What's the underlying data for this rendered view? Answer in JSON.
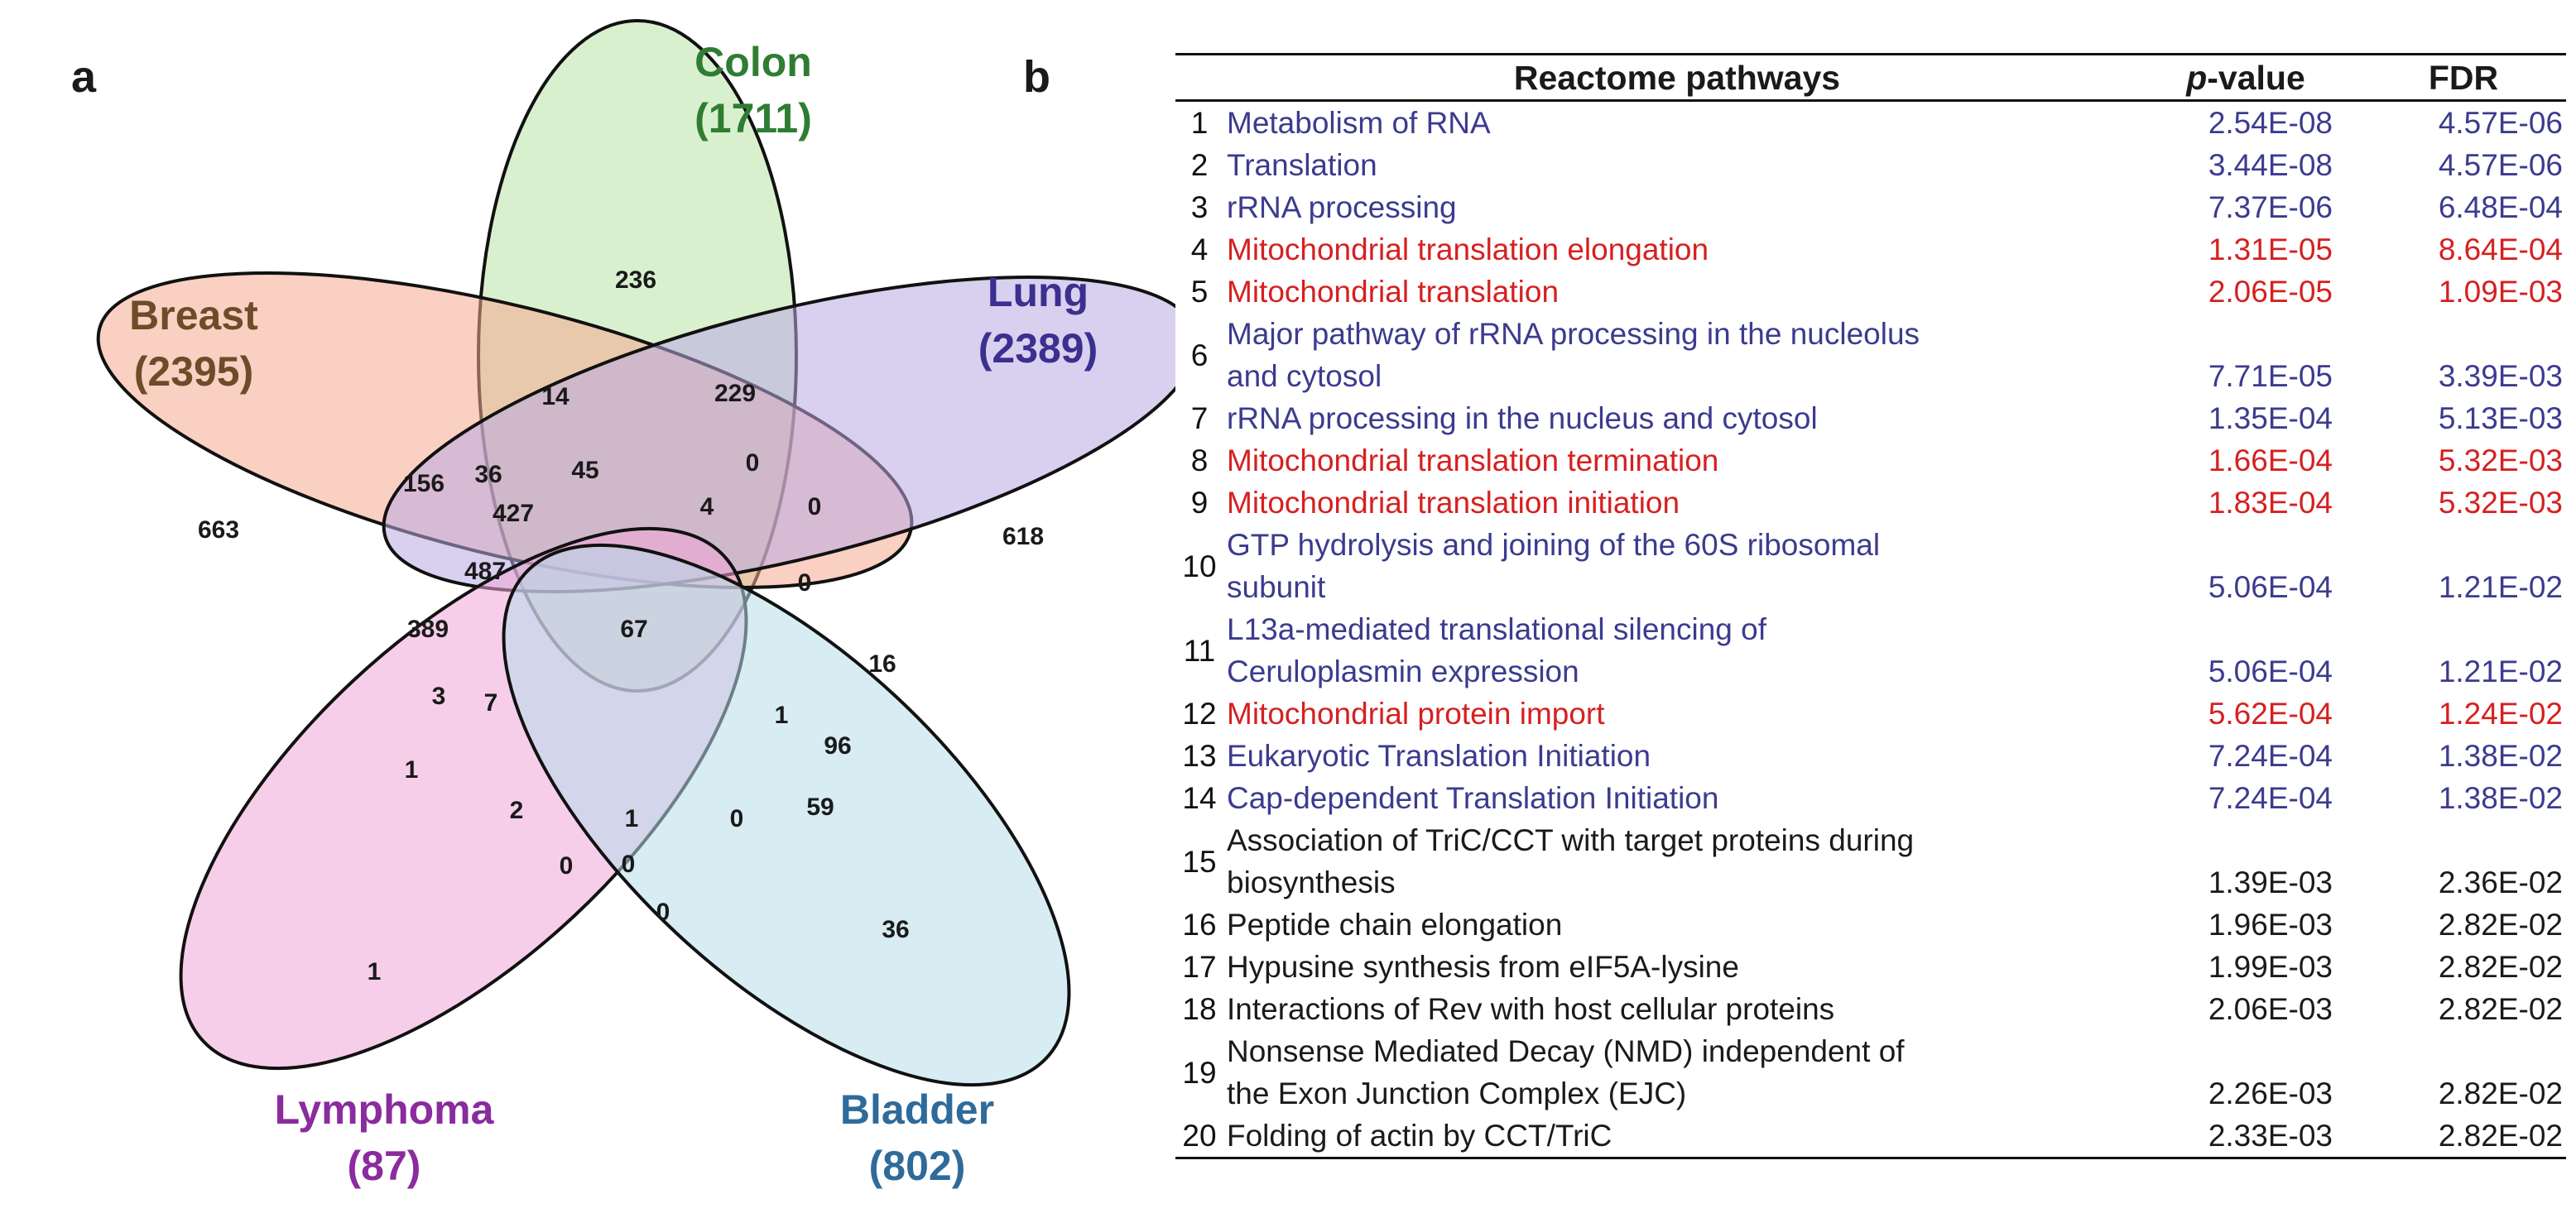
{
  "panel_letters": {
    "a": "a",
    "b": "b"
  },
  "venn": {
    "sets": [
      {
        "name": "Colon",
        "count": "(1711)",
        "color": "#2e7d32",
        "fill": "#b9e3a6"
      },
      {
        "name": "Breast",
        "count": "(2395)",
        "color": "#6d4c2a",
        "fill": "#f6a98f"
      },
      {
        "name": "Lung",
        "count": "(2389)",
        "color": "#3b2f8f",
        "fill": "#b9a9e3"
      },
      {
        "name": "Lymphoma",
        "count": "(87)",
        "color": "#8a2b9e",
        "fill": "#f0a6d8"
      },
      {
        "name": "Bladder",
        "count": "(802)",
        "color": "#2f6b9a",
        "fill": "#b7dce9"
      }
    ],
    "regions": [
      "236",
      "663",
      "618",
      "1",
      "36",
      "14",
      "229",
      "156",
      "36",
      "45",
      "0",
      "427",
      "4",
      "0",
      "487",
      "0",
      "67",
      "389",
      "1",
      "16",
      "3",
      "7",
      "96",
      "1",
      "2",
      "1",
      "0",
      "59",
      "0",
      "0",
      "0"
    ]
  },
  "table": {
    "headers": {
      "pathway": "Reactome pathways",
      "p_italic": "p",
      "p_rest": "-value",
      "fdr": "FDR"
    },
    "colors": {
      "blue": "#3b3b8f",
      "red": "#d62020",
      "black": "#1a1a1a"
    },
    "rows": [
      {
        "num": "1",
        "lines": [
          "Metabolism of RNA"
        ],
        "p": "2.54E-08",
        "fdr": "4.57E-06",
        "color": "blue"
      },
      {
        "num": "2",
        "lines": [
          "Translation"
        ],
        "p": "3.44E-08",
        "fdr": "4.57E-06",
        "color": "blue"
      },
      {
        "num": "3",
        "lines": [
          "rRNA processing"
        ],
        "p": "7.37E-06",
        "fdr": "6.48E-04",
        "color": "blue"
      },
      {
        "num": "4",
        "lines": [
          "Mitochondrial translation elongation"
        ],
        "p": "1.31E-05",
        "fdr": "8.64E-04",
        "color": "red"
      },
      {
        "num": "5",
        "lines": [
          "Mitochondrial translation"
        ],
        "p": "2.06E-05",
        "fdr": "1.09E-03",
        "color": "red"
      },
      {
        "num": "6",
        "lines": [
          "Major pathway of rRNA processing in the nucleolus",
          "and cytosol"
        ],
        "p": "7.71E-05",
        "fdr": "3.39E-03",
        "color": "blue"
      },
      {
        "num": "7",
        "lines": [
          "rRNA processing in the nucleus and cytosol"
        ],
        "p": "1.35E-04",
        "fdr": "5.13E-03",
        "color": "blue"
      },
      {
        "num": "8",
        "lines": [
          "Mitochondrial translation termination"
        ],
        "p": "1.66E-04",
        "fdr": "5.32E-03",
        "color": "red"
      },
      {
        "num": "9",
        "lines": [
          "Mitochondrial translation initiation"
        ],
        "p": "1.83E-04",
        "fdr": "5.32E-03",
        "color": "red"
      },
      {
        "num": "10",
        "lines": [
          "GTP hydrolysis and joining of the 60S ribosomal",
          "subunit"
        ],
        "p": "5.06E-04",
        "fdr": "1.21E-02",
        "color": "blue"
      },
      {
        "num": "11",
        "lines": [
          "L13a-mediated translational silencing of",
          "Ceruloplasmin expression"
        ],
        "p": "5.06E-04",
        "fdr": "1.21E-02",
        "color": "blue"
      },
      {
        "num": "12",
        "lines": [
          "Mitochondrial protein import"
        ],
        "p": "5.62E-04",
        "fdr": "1.24E-02",
        "color": "red"
      },
      {
        "num": "13",
        "lines": [
          "Eukaryotic Translation Initiation"
        ],
        "p": "7.24E-04",
        "fdr": "1.38E-02",
        "color": "blue"
      },
      {
        "num": "14",
        "lines": [
          "Cap-dependent Translation Initiation"
        ],
        "p": "7.24E-04",
        "fdr": "1.38E-02",
        "color": "blue"
      },
      {
        "num": "15",
        "lines": [
          "Association of TriC/CCT with target proteins during",
          "biosynthesis"
        ],
        "p": "1.39E-03",
        "fdr": "2.36E-02",
        "color": "black"
      },
      {
        "num": "16",
        "lines": [
          "Peptide chain elongation"
        ],
        "p": "1.96E-03",
        "fdr": "2.82E-02",
        "color": "black"
      },
      {
        "num": "17",
        "lines": [
          "Hypusine synthesis from eIF5A-lysine"
        ],
        "p": "1.99E-03",
        "fdr": "2.82E-02",
        "color": "black"
      },
      {
        "num": "18",
        "lines": [
          "Interactions of Rev with host cellular proteins"
        ],
        "p": "2.06E-03",
        "fdr": "2.82E-02",
        "color": "black"
      },
      {
        "num": "19",
        "lines": [
          "Nonsense Mediated Decay (NMD) independent of",
          "the Exon Junction Complex (EJC)"
        ],
        "p": "2.26E-03",
        "fdr": "2.82E-02",
        "color": "black"
      },
      {
        "num": "20",
        "lines": [
          "Folding of actin by CCT/TriC"
        ],
        "p": "2.33E-03",
        "fdr": "2.82E-02",
        "color": "black"
      }
    ]
  }
}
